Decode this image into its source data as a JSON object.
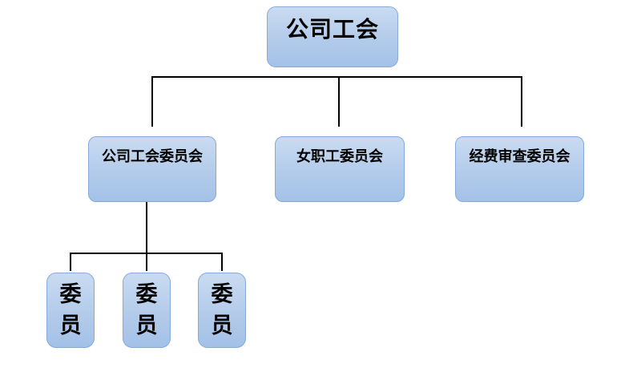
{
  "diagram": {
    "type": "org-chart",
    "colors": {
      "background": "#ffffff",
      "box_fill_top": "#c9dbf1",
      "box_fill_mid": "#b3cbea",
      "box_fill_bottom": "#a3c1e7",
      "box_border": "#87a9d9",
      "line": "#000000",
      "text": "#000000"
    },
    "nodes": {
      "root": {
        "label": "公司工会"
      },
      "level2": [
        {
          "label": "公司工会委员会"
        },
        {
          "label": "女职工委员会"
        },
        {
          "label": "经费审查委员会"
        }
      ],
      "level3": [
        {
          "label": "委员"
        },
        {
          "label": "委员"
        },
        {
          "label": "委员"
        }
      ]
    },
    "edges": [
      {
        "from": "root",
        "to": "level2.0"
      },
      {
        "from": "root",
        "to": "level2.1"
      },
      {
        "from": "root",
        "to": "level2.2"
      },
      {
        "from": "level2.0",
        "to": "level3.0"
      },
      {
        "from": "level2.0",
        "to": "level3.1"
      },
      {
        "from": "level2.0",
        "to": "level3.2"
      }
    ]
  }
}
